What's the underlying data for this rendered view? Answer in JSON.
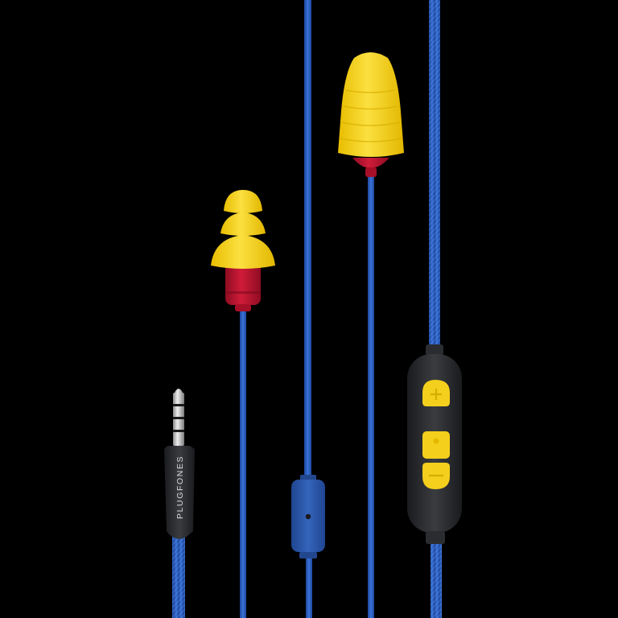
{
  "image": {
    "subject": "Plugfones earplug earbuds with inline remote and 3.5mm jack",
    "background": "#000000"
  },
  "product": {
    "brand_text": "PLUGFONES",
    "colors": {
      "cable_blue": "#2557b8",
      "cable_blue_light": "#3a73d6",
      "tip_yellow": "#f5d21a",
      "tip_yellow_shade": "#e0b800",
      "body_red": "#b8122e",
      "remote_black": "#2b2d30",
      "button_yellow": "#f4cf1c",
      "mic_blue": "#2a56a8",
      "jack_silver": "#c9c9c9"
    },
    "remote_buttons": [
      {
        "name": "volume-up",
        "glyph": "+"
      },
      {
        "name": "play-pause",
        "glyph": "•"
      },
      {
        "name": "volume-down",
        "glyph": "−"
      }
    ]
  }
}
